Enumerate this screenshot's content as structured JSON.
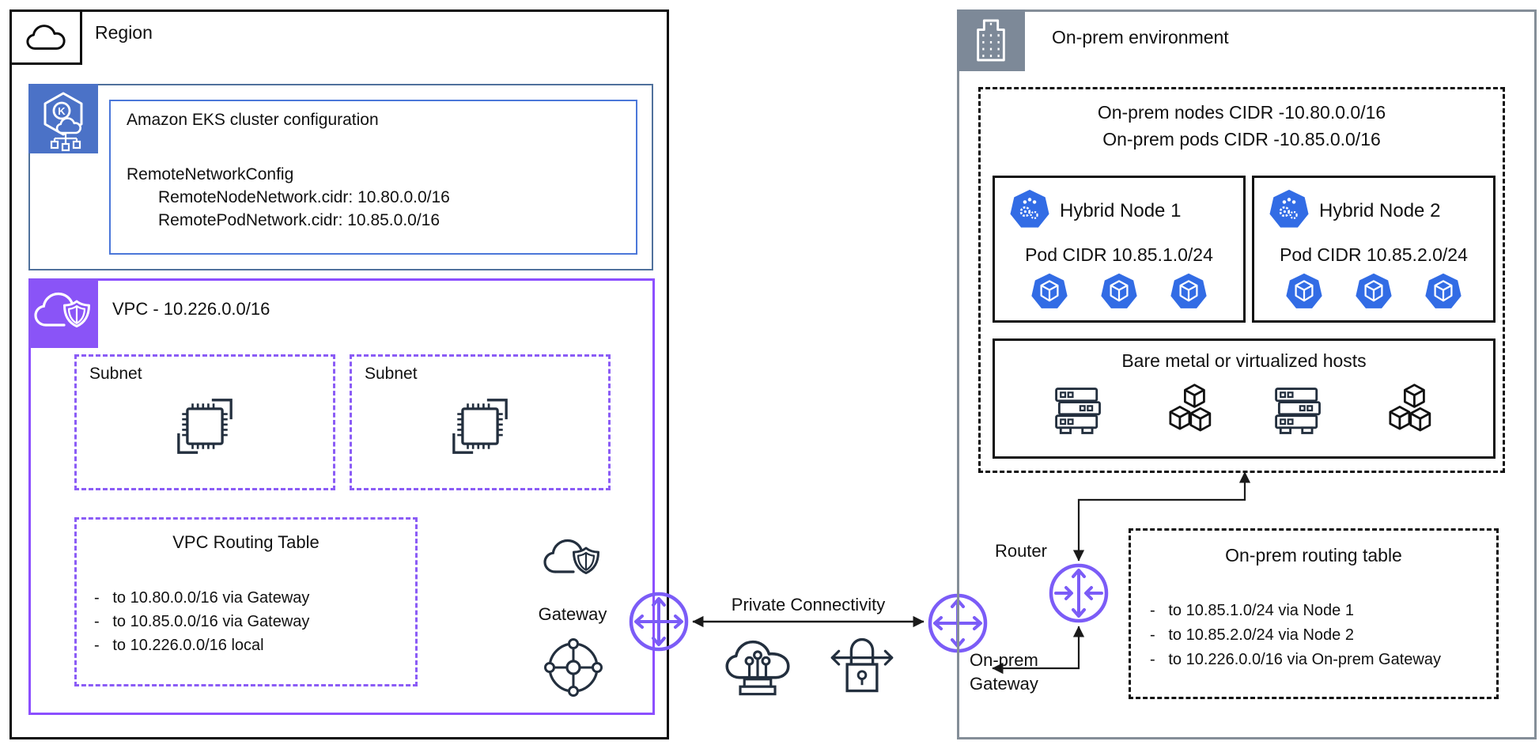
{
  "region": {
    "label": "Region",
    "eks": {
      "title": "Amazon EKS cluster configuration",
      "config_title": "RemoteNetworkConfig",
      "node_network": "RemoteNodeNetwork.cidr: 10.80.0.0/16",
      "pod_network": "RemotePodNetwork.cidr: 10.85.0.0/16"
    },
    "vpc": {
      "title": "VPC - 10.226.0.0/16",
      "subnets": [
        {
          "label": "Subnet"
        },
        {
          "label": "Subnet"
        }
      ],
      "routing_table": {
        "title": "VPC Routing Table",
        "routes": [
          "-   to 10.80.0.0/16 via Gateway",
          "-   to 10.85.0.0/16 via Gateway",
          "-   to 10.226.0.0/16 local"
        ]
      },
      "gateway_label": "Gateway"
    }
  },
  "connectivity": {
    "label": "Private Connectivity"
  },
  "onprem": {
    "label": "On-prem environment",
    "nodes_cidr": "On-prem nodes CIDR -10.80.0.0/16",
    "pods_cidr": "On-prem pods CIDR -10.85.0.0/16",
    "hybrid_nodes": [
      {
        "name": "Hybrid Node 1",
        "pod_cidr": "Pod CIDR 10.85.1.0/24"
      },
      {
        "name": "Hybrid Node 2",
        "pod_cidr": "Pod CIDR 10.85.2.0/24"
      }
    ],
    "hosts_label": "Bare metal or virtualized hosts",
    "router_label": "Router",
    "gateway_label_line1": "On-prem",
    "gateway_label_line2": "Gateway",
    "routing_table": {
      "title": "On-prem routing table",
      "routes": [
        "-   to 10.85.1.0/24 via Node 1",
        "-   to 10.85.2.0/24 via Node 2",
        "-   to 10.226.0.0/16 via On-prem Gateway"
      ]
    }
  },
  "colors": {
    "eks_icon_bg": "#4B72C7",
    "eks_outer_border": "#50719C",
    "eks_inner_border": "#4B77D9",
    "vpc_purple": "#8A54F7",
    "vpc_border": "#8C4FFF",
    "subnet_dashed": "#8B5CF6",
    "gateway_purple": "#7B5CF7",
    "onprem_gray": "#7D8998",
    "onprem_border": "#848E98",
    "k8s_blue": "#326CE5",
    "dark": "#232F3E",
    "line": "#1A1A1A"
  }
}
